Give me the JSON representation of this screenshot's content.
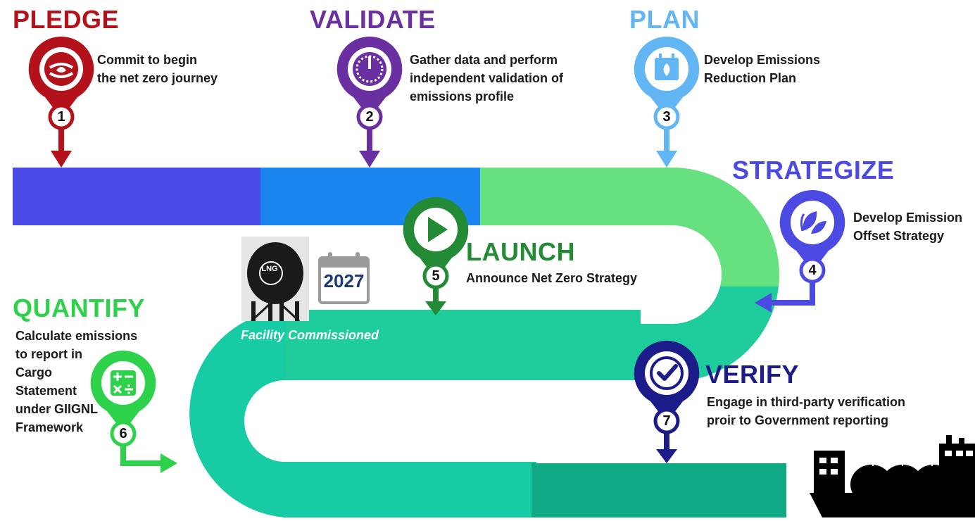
{
  "colors": {
    "pledge": "#b3121b",
    "validate": "#6a2fa0",
    "plan": "#62b6f3",
    "strategize": "#4b4be3",
    "launch": "#238a35",
    "quantify": "#2ed24a",
    "verify": "#1b1b8a",
    "bar_blue": "#4a4ae8",
    "bar_light": "#1b86f0",
    "road_light": "#67e07f",
    "road_teal": "#17cca4",
    "road_dark": "#0fb38a"
  },
  "steps": {
    "pledge": {
      "title": "PLEDGE",
      "description": "Commit to begin\nthe net zero journey",
      "number": "1",
      "icon": "hands-leaf-icon"
    },
    "validate": {
      "title": "VALIDATE",
      "description": "Gather data and perform\nindependent validation of\nemissions profile",
      "number": "2",
      "icon": "gauge-icon"
    },
    "plan": {
      "title": "PLAN",
      "description": "Develop Emissions\nReduction Plan",
      "number": "3",
      "icon": "calendar-leaf-icon"
    },
    "strategize": {
      "title": "STRATEGIZE",
      "description": "Develop Emission\nOffset Strategy",
      "number": "4",
      "icon": "leaves-icon"
    },
    "launch": {
      "title": "LAUNCH",
      "description": "Announce Net Zero Strategy",
      "number": "5",
      "icon": "play-icon"
    },
    "quantify": {
      "title": "QUANTIFY",
      "description": "Calculate emissions\nto report in\nCargo\nStatement\nunder GIIGNL\nFramework",
      "number": "6",
      "icon": "calculator-icon"
    },
    "verify": {
      "title": "VERIFY",
      "description": "Engage in third-party verification\nproir to Government reporting",
      "number": "7",
      "icon": "checkmark-icon"
    }
  },
  "milestone": {
    "caption": "Facility Commissioned",
    "year": "2027",
    "tank_label": "LNG",
    "tank_icon": "lng-tank-icon",
    "calendar_icon": "calendar-icon"
  },
  "ship_icon": "lng-ship-icon"
}
